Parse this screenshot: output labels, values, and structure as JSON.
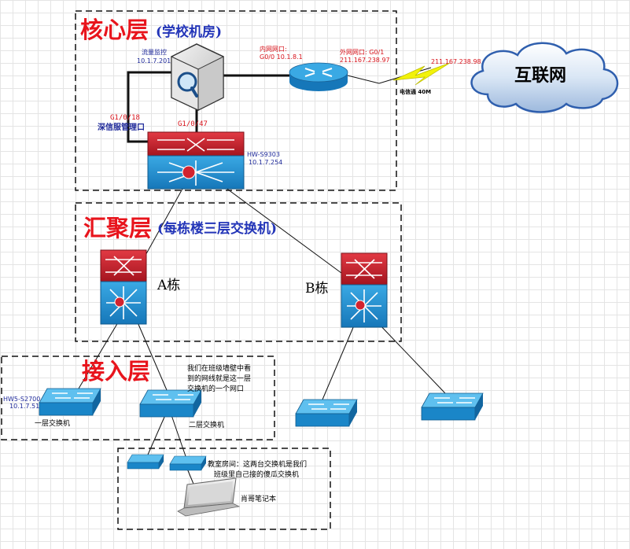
{
  "layers": {
    "core": {
      "title": "核心层",
      "subtitle": "(学校机房)"
    },
    "aggregation": {
      "title": "汇聚层",
      "subtitle": "(每栋楼三层交换机)"
    },
    "access": {
      "title": "接入层"
    }
  },
  "core": {
    "monitor_label": "流量监控",
    "monitor_ip": "10.1.7.201",
    "inner_port_label": "内网网口:",
    "inner_port": "G0/0  10.1.8.1",
    "outer_port_label": "外网网口:  G0/1",
    "outer_port_ip": "211.167.238.97",
    "isp_ip": "211.167.238.98",
    "telecom_link": "电信通 40M",
    "internet": "互联网",
    "port_g1_0_18": "G1/0/18",
    "sangfor_mgmt": "深信服管理口",
    "port_g1_0_47": "G1/0/47",
    "core_switch_model": "HW-S9303",
    "core_switch_ip": "10.1.7.254"
  },
  "aggregation": {
    "building_a": "A栋",
    "building_b": "B栋"
  },
  "access": {
    "switch_model": "HW5-S2700",
    "switch_ip": "10.1.7.51",
    "floor1_label": "一层交换机",
    "floor2_label": "二层交换机",
    "wall_note_line1": "我们在班级墙壁中看",
    "wall_note_line2": "到的网线就是这一层",
    "wall_note_line3": "交换机的一个网口"
  },
  "classroom": {
    "note_line1": "教室房间：这两台交换机是我们",
    "note_line2": "班级里自己接的傻瓜交换机",
    "laptop_label": "肖哥笔记本"
  },
  "colors": {
    "layer_title": "#e8141c",
    "layer_subtitle": "#2335b8",
    "switch_blue": "#1e8fd0",
    "switch_red": "#c8202c",
    "cloud": "#2f5fae",
    "lightning": "#f2f20a"
  }
}
